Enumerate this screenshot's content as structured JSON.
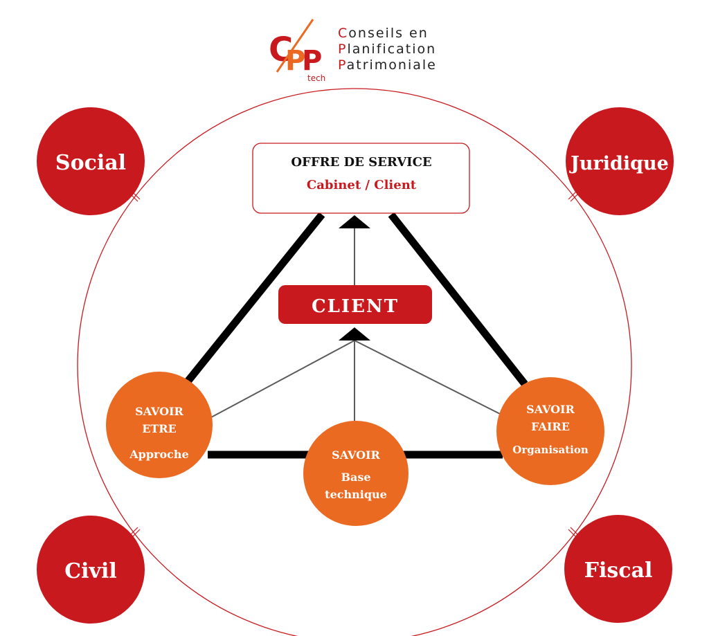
{
  "colors": {
    "accent_red": "#c8191e",
    "orange": "#ea6a22",
    "black": "#000000",
    "gray_line": "#5a5a5a",
    "white": "#ffffff"
  },
  "logo": {
    "icon": "cpp-tech-logo",
    "mark_letters": "CPP",
    "mark_suffix": "tech",
    "lines": [
      {
        "initial": "C",
        "rest": "onseils en"
      },
      {
        "initial": "P",
        "rest": "lanification"
      },
      {
        "initial": "P",
        "rest": "atrimoniale"
      }
    ]
  },
  "corners": {
    "social": "Social",
    "juridique": "Juridique",
    "civil": "Civil",
    "fiscal": "Fiscal"
  },
  "offer": {
    "title": "OFFRE DE SERVICE",
    "subtitle": "Cabinet / Client"
  },
  "client": {
    "label": "CLIENT"
  },
  "savoir_etre": {
    "line1": "SAVOIR",
    "line2": "ETRE",
    "line3": "Approche"
  },
  "savoir": {
    "line1": "SAVOIR",
    "line2": "Base",
    "line3": "technique"
  },
  "savoir_faire": {
    "line1": "SAVOIR",
    "line2": "FAIRE",
    "line3": "Organisation"
  }
}
